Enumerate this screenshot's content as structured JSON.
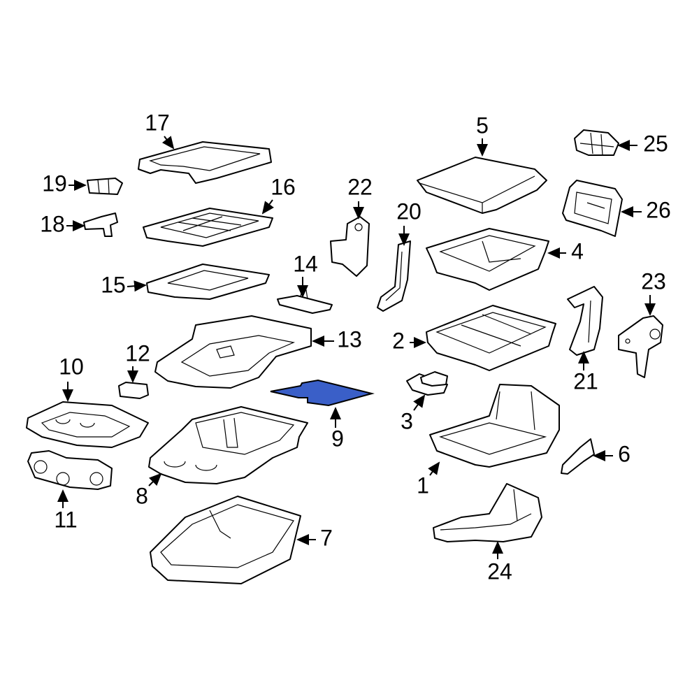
{
  "highlight_color": "#3a5fc8",
  "highlighted_part": "9",
  "callouts": [
    {
      "number": "1"
    },
    {
      "number": "2"
    },
    {
      "number": "3"
    },
    {
      "number": "4"
    },
    {
      "number": "5"
    },
    {
      "number": "6"
    },
    {
      "number": "7"
    },
    {
      "number": "8"
    },
    {
      "number": "9"
    },
    {
      "number": "10"
    },
    {
      "number": "11"
    },
    {
      "number": "12"
    },
    {
      "number": "13"
    },
    {
      "number": "14"
    },
    {
      "number": "15"
    },
    {
      "number": "16"
    },
    {
      "number": "17"
    },
    {
      "number": "18"
    },
    {
      "number": "19"
    },
    {
      "number": "20"
    },
    {
      "number": "21"
    },
    {
      "number": "22"
    },
    {
      "number": "23"
    },
    {
      "number": "24"
    },
    {
      "number": "25"
    },
    {
      "number": "26"
    }
  ]
}
